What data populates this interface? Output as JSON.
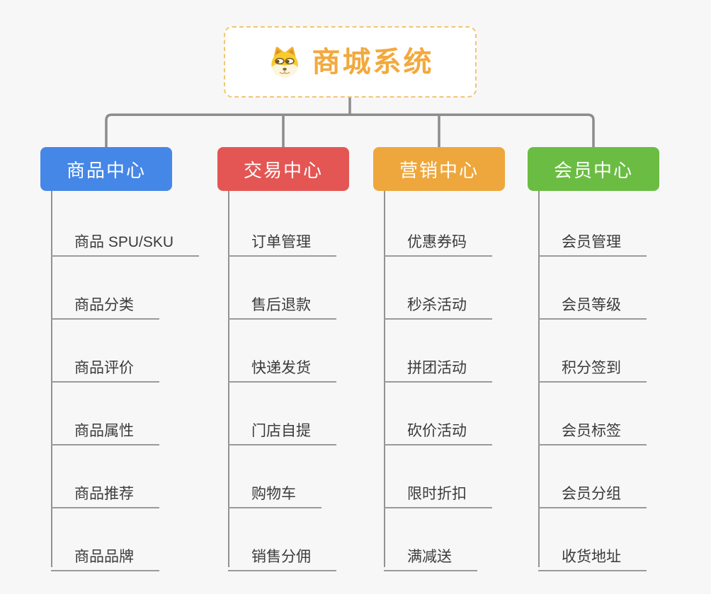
{
  "root": {
    "title": "商城系统",
    "icon": "doge-icon"
  },
  "branches": [
    {
      "label": "商品中心",
      "color": "#4587e6",
      "items": [
        "商品 SPU/SKU",
        "商品分类",
        "商品评价",
        "商品属性",
        "商品推荐",
        "商品品牌"
      ]
    },
    {
      "label": "交易中心",
      "color": "#e35654",
      "items": [
        "订单管理",
        "售后退款",
        "快递发货",
        "门店自提",
        "购物车",
        "销售分佣"
      ]
    },
    {
      "label": "营销中心",
      "color": "#eea73c",
      "items": [
        "优惠券码",
        "秒杀活动",
        "拼团活动",
        "砍价活动",
        "限时折扣",
        "满减送"
      ]
    },
    {
      "label": "会员中心",
      "color": "#6abd42",
      "items": [
        "会员管理",
        "会员等级",
        "积分签到",
        "会员标签",
        "会员分组",
        "收货地址"
      ]
    }
  ],
  "colors": {
    "background": "#f7f7f8",
    "connector": "#8c8c8c",
    "leaf_line": "#9a9a9a",
    "leaf_text": "#3b3b3b",
    "title_text": "#f2a93d",
    "title_border": "#f2c576"
  }
}
